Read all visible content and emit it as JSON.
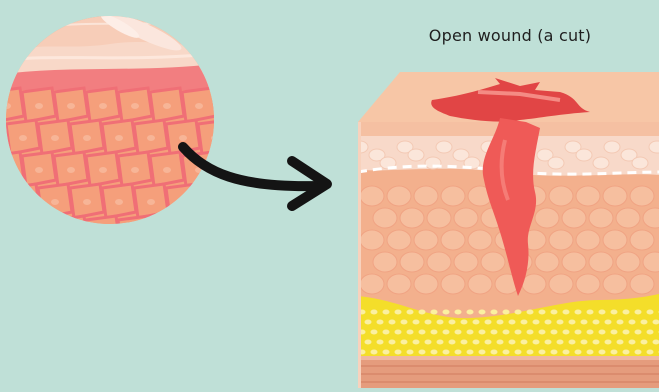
{
  "diagram": {
    "title": "Open wound (a cut)",
    "colors": {
      "background": "#bfe0d7",
      "skin_top": "#f7c6a6",
      "epidermis": "#f8d9c9",
      "dermis": "#f3b08d",
      "fat": "#f4de2a",
      "muscle": "#e59c7d",
      "wound": "#ef5a57",
      "cell_fill": "#f59f7b",
      "cell_border": "#f06f76",
      "arrow": "#141414"
    },
    "parts": [
      "magnified-skin-cells",
      "pointer-arrow",
      "skin-cross-section",
      "cut-wound"
    ]
  }
}
